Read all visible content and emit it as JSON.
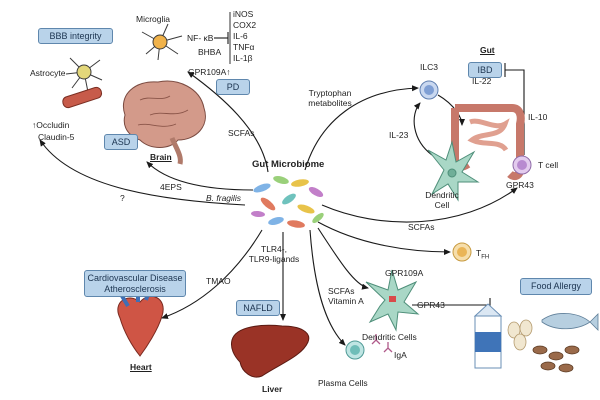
{
  "title": "Gut Microbiome",
  "boxes": {
    "bbb": "BBB integrity",
    "asd": "ASD",
    "pd": "PD",
    "ibd": "IBD",
    "cvd_line1": "Cardiovascular Disease",
    "cvd_line2": "Atherosclerosis",
    "nafld": "NAFLD",
    "food_allergy": "Food Allergy"
  },
  "organs": {
    "brain": "Brain",
    "gut": "Gut",
    "heart": "Heart",
    "liver": "Liver"
  },
  "cells": {
    "microglia": "Microglia",
    "astrocyte": "Astrocyte",
    "ilc3": "ILC3",
    "dendritic_line1": "Dendritic",
    "dendritic_line2": "Cell",
    "t_cell": "T cell",
    "tfh": "T",
    "tfh_sub": "FH",
    "dendritic_cells": "Dendritic Cells",
    "plasma_cells": "Plasma Cells"
  },
  "molecules": {
    "nfkb": "NF- κB",
    "bhba": "BHBA",
    "gpr109a_brain": "GPR109A↑",
    "cytokines": [
      "iNOS",
      "COX2",
      "IL-6",
      "TNFα",
      "IL-1β"
    ],
    "occludin": "↑Occludin",
    "claudin": "Claudin-5",
    "il22": "IL-22",
    "il23": "IL-23",
    "il10": "IL-10",
    "gpr43_gut": "GPR43",
    "gpr109a_dc": "GPR109A",
    "gpr43_dc": "GPR43",
    "iga": "IgA"
  },
  "pathways": {
    "tryptophan_line1": "Tryptophan",
    "tryptophan_line2": "metabolites",
    "scfas_brain": "SCFAs",
    "scfas_gut": "SCFAs",
    "eps": "4EPS",
    "bfragilis": "B. fragilis",
    "question": "?",
    "tmao": "TMAO",
    "tlr_line1": "TLR4-,",
    "tlr_line2": "TLR9-ligands",
    "scfas_vita_line1": "SCFAs",
    "scfas_vita_line2": "Vitamin A"
  },
  "colors": {
    "box_fill": "#b9d3ea",
    "box_border": "#5f87ad",
    "arrow": "#1a1a1a",
    "brain": "#c98a7a",
    "intestine": "#d98d7d",
    "heart": "#c94a3a",
    "liver": "#8c2a20",
    "dendritic": "#a9d7c6",
    "ilc3": "#9fb7e0",
    "tcell": "#c9a6d9",
    "tfh_cell": "#f2c26b"
  }
}
